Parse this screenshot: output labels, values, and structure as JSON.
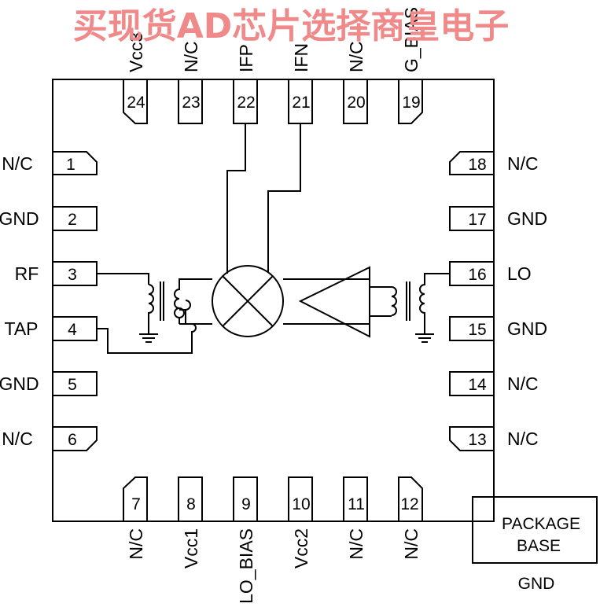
{
  "watermark": "买现货AD芯片选择商皇电子",
  "pins": {
    "p1": {
      "num": "1",
      "label": "N/C"
    },
    "p2": {
      "num": "2",
      "label": "GND"
    },
    "p3": {
      "num": "3",
      "label": "RF"
    },
    "p4": {
      "num": "4",
      "label": "TAP"
    },
    "p5": {
      "num": "5",
      "label": "GND"
    },
    "p6": {
      "num": "6",
      "label": "N/C"
    },
    "p7": {
      "num": "7",
      "label": "N/C"
    },
    "p8": {
      "num": "8",
      "label": "Vcc1"
    },
    "p9": {
      "num": "9",
      "label": "LO_BIAS"
    },
    "p10": {
      "num": "10",
      "label": "Vcc2"
    },
    "p11": {
      "num": "11",
      "label": "N/C"
    },
    "p12": {
      "num": "12",
      "label": "N/C"
    },
    "p13": {
      "num": "13",
      "label": "N/C"
    },
    "p14": {
      "num": "14",
      "label": "N/C"
    },
    "p15": {
      "num": "15",
      "label": "GND"
    },
    "p16": {
      "num": "16",
      "label": "LO"
    },
    "p17": {
      "num": "17",
      "label": "GND"
    },
    "p18": {
      "num": "18",
      "label": "N/C"
    },
    "p19": {
      "num": "19",
      "label": "G_BIAS"
    },
    "p20": {
      "num": "20",
      "label": "N/C"
    },
    "p21": {
      "num": "21",
      "label": "IFN"
    },
    "p22": {
      "num": "22",
      "label": "IFP"
    },
    "p23": {
      "num": "23",
      "label": "N/C"
    },
    "p24": {
      "num": "24",
      "label": "Vcc3"
    }
  },
  "package_base": {
    "line1": "PACKAGE",
    "line2": "BASE",
    "label": "GND"
  }
}
